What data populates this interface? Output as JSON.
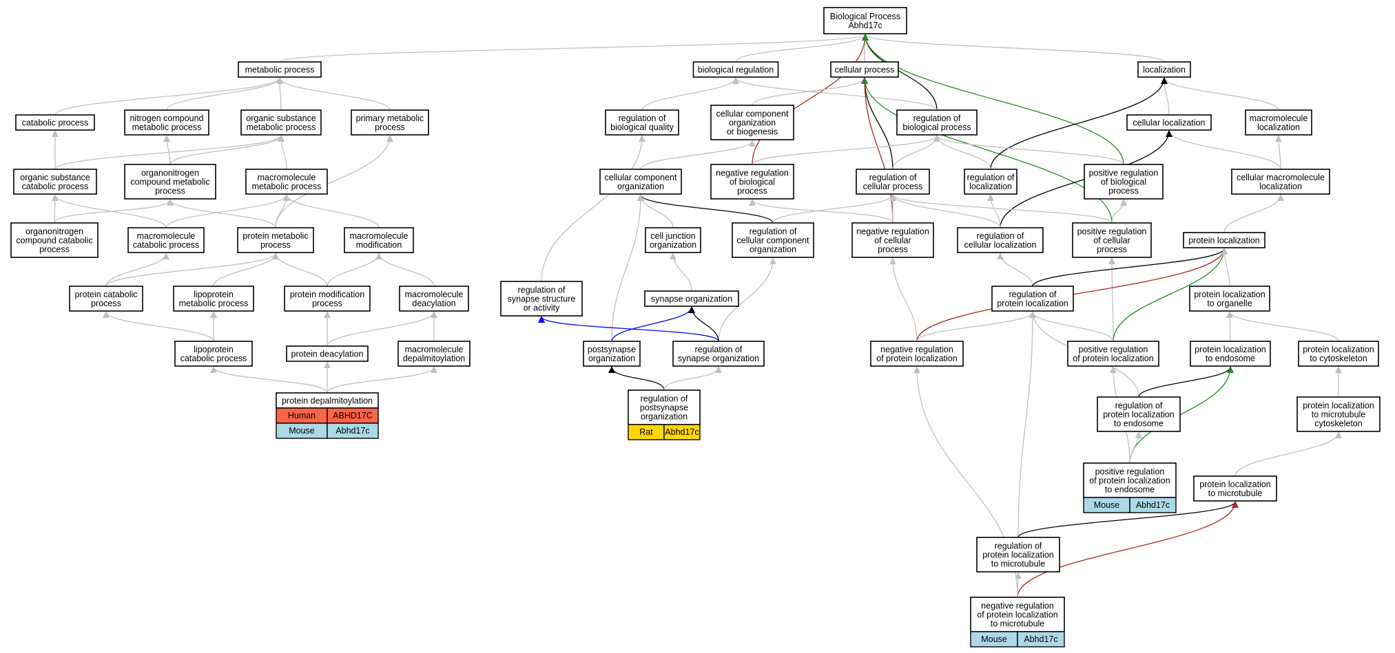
{
  "colors": {
    "gray": "#c0c0c0",
    "black": "#000000",
    "red": "#b22222",
    "green": "#228b22",
    "blue": "#0000ff",
    "human": "#ff6347",
    "mouse": "#add8e6",
    "rat": "#ffd700"
  },
  "nodes": {
    "bp": [
      "Biological Process",
      "Abhd17c"
    ],
    "metabolic": [
      "metabolic process"
    ],
    "bioreg": [
      "biological regulation"
    ],
    "cellproc": [
      "cellular process"
    ],
    "localization": [
      "localization"
    ],
    "catabolic": [
      "catabolic process"
    ],
    "nitrogen": [
      "nitrogen compound",
      "metabolic process"
    ],
    "orgsub": [
      "organic substance",
      "metabolic process"
    ],
    "primary": [
      "primary metabolic",
      "process"
    ],
    "regbioqual": [
      "regulation of",
      "biological quality"
    ],
    "cellcomp": [
      "cellular component",
      "organization",
      "or biogenesis"
    ],
    "regbioproc": [
      "regulation of",
      "biological process"
    ],
    "cellloc": [
      "cellular localization"
    ],
    "macroloc": [
      "macromolecule",
      "localization"
    ],
    "orgsubcat": [
      "organic substance",
      "catabolic process"
    ],
    "organonitrogen": [
      "organonitrogen",
      "compound metabolic",
      "process"
    ],
    "macrometab": [
      "macromolecule",
      "metabolic process"
    ],
    "ccorg": [
      "cellular component",
      "organization"
    ],
    "negregbio": [
      "negative regulation",
      "of biological",
      "process"
    ],
    "regcellproc": [
      "regulation of",
      "cellular process"
    ],
    "regloc": [
      "regulation of",
      "localization"
    ],
    "posregbio": [
      "positive regulation",
      "of biological",
      "process"
    ],
    "cellmacroloc": [
      "cellular macromolecule",
      "localization"
    ],
    "orgnitrocat": [
      "organonitrogen",
      "compound catabolic",
      "process"
    ],
    "macrocat": [
      "macromolecule",
      "catabolic process"
    ],
    "protmetab": [
      "protein metabolic",
      "process"
    ],
    "macromod": [
      "macromolecule",
      "modification"
    ],
    "celljunc": [
      "cell junction",
      "organization"
    ],
    "regccorg": [
      "regulation of",
      "cellular component",
      "organization"
    ],
    "negregcell": [
      "negative regulation",
      "of cellular",
      "process"
    ],
    "regcellloc": [
      "regulation of",
      "cellular localization"
    ],
    "posregcell": [
      "positive regulation",
      "of cellular",
      "process"
    ],
    "protloc": [
      "protein localization"
    ],
    "protcat": [
      "protein catabolic",
      "process"
    ],
    "lipometab": [
      "lipoprotein",
      "metabolic process"
    ],
    "protmod": [
      "protein modification",
      "process"
    ],
    "macrodeac": [
      "macromolecule",
      "deacylation"
    ],
    "regsynstruct": [
      "regulation of",
      "synapse structure",
      "or activity"
    ],
    "synorg": [
      "synapse organization"
    ],
    "regprotloc": [
      "regulation of",
      "protein localization"
    ],
    "protlocorg": [
      "protein localization",
      "to organelle"
    ],
    "lipocat": [
      "lipoprotein",
      "catabolic process"
    ],
    "protdeac": [
      "protein deacylation"
    ],
    "macrodepalm": [
      "macromolecule",
      "depalmitoylation"
    ],
    "postsyn": [
      "postsynapse",
      "organization"
    ],
    "regsynorg": [
      "regulation of",
      "synapse organization"
    ],
    "negregprotloc": [
      "negative regulation",
      "of protein localization"
    ],
    "posregprotloc": [
      "positive regulation",
      "of protein localization"
    ],
    "protlocendo": [
      "protein localization",
      "to endosome"
    ],
    "protloccyto": [
      "protein localization",
      "to cytoskeleton"
    ],
    "protdepalm": [
      "protein depalmitoylation"
    ],
    "regpostsyn": [
      "regulation of",
      "postsynapse",
      "organization"
    ],
    "regprotlocendo": [
      "regulation of",
      "protein localization",
      "to endosome"
    ],
    "protlocmtcyto": [
      "protein localization",
      "to microtubule",
      "cytoskeleton"
    ],
    "posregprotlocendo": [
      "positive regulation",
      "of protein localization",
      "to endosome"
    ],
    "protlocmt": [
      "protein localization",
      "to microtubule"
    ],
    "regprotlocmt": [
      "regulation of",
      "protein localization",
      "to microtubule"
    ],
    "negregprotlocmt": [
      "negative regulation",
      "of protein localization",
      "to microtubule"
    ]
  },
  "annotations": {
    "protdepalm": [
      {
        "species": "Human",
        "gene": "ABHD17C",
        "color": "#ff6347"
      },
      {
        "species": "Mouse",
        "gene": "Abhd17c",
        "color": "#add8e6"
      }
    ],
    "regpostsyn": [
      {
        "species": "Rat",
        "gene": "Abhd17c",
        "color": "#ffd700"
      }
    ],
    "posregprotlocendo": [
      {
        "species": "Mouse",
        "gene": "Abhd17c",
        "color": "#add8e6"
      }
    ],
    "negregprotlocmt": [
      {
        "species": "Mouse",
        "gene": "Abhd17c",
        "color": "#add8e6"
      }
    ]
  },
  "edges": [
    {
      "from": "metabolic",
      "to": "bp",
      "type": "gray"
    },
    {
      "from": "bioreg",
      "to": "bp",
      "type": "gray"
    },
    {
      "from": "cellproc",
      "to": "bp",
      "type": "gray"
    },
    {
      "from": "localization",
      "to": "bp",
      "type": "gray"
    },
    {
      "from": "negregbio",
      "to": "bp",
      "type": "red"
    },
    {
      "from": "regbioproc",
      "to": "bp",
      "type": "black"
    },
    {
      "from": "posregbio",
      "to": "bp",
      "type": "green"
    },
    {
      "from": "catabolic",
      "to": "metabolic",
      "type": "gray"
    },
    {
      "from": "nitrogen",
      "to": "metabolic",
      "type": "gray"
    },
    {
      "from": "orgsub",
      "to": "metabolic",
      "type": "gray"
    },
    {
      "from": "primary",
      "to": "metabolic",
      "type": "gray"
    },
    {
      "from": "regbioqual",
      "to": "bioreg",
      "type": "gray"
    },
    {
      "from": "regbioproc",
      "to": "bioreg",
      "type": "gray"
    },
    {
      "from": "cellcomp",
      "to": "cellproc",
      "type": "gray"
    },
    {
      "from": "regcellproc",
      "to": "cellproc",
      "type": "black"
    },
    {
      "from": "negregcell",
      "to": "cellproc",
      "type": "red"
    },
    {
      "from": "posregcell",
      "to": "cellproc",
      "type": "green"
    },
    {
      "from": "cellloc",
      "to": "localization",
      "type": "gray"
    },
    {
      "from": "macroloc",
      "to": "localization",
      "type": "gray"
    },
    {
      "from": "regloc",
      "to": "localization",
      "type": "black"
    },
    {
      "from": "orgsubcat",
      "to": "catabolic",
      "type": "gray"
    },
    {
      "from": "organonitrogen",
      "to": "nitrogen",
      "type": "gray"
    },
    {
      "from": "organonitrogen",
      "to": "orgsub",
      "type": "gray"
    },
    {
      "from": "orgsubcat",
      "to": "orgsub",
      "type": "gray"
    },
    {
      "from": "macrometab",
      "to": "orgsub",
      "type": "gray"
    },
    {
      "from": "protmetab",
      "to": "primary",
      "type": "gray"
    },
    {
      "from": "regsynstruct",
      "to": "regbioqual",
      "type": "gray"
    },
    {
      "from": "ccorg",
      "to": "cellcomp",
      "type": "gray"
    },
    {
      "from": "negregbio",
      "to": "regbioproc",
      "type": "gray"
    },
    {
      "from": "regcellproc",
      "to": "regbioproc",
      "type": "gray"
    },
    {
      "from": "regloc",
      "to": "regbioproc",
      "type": "gray"
    },
    {
      "from": "posregbio",
      "to": "regbioproc",
      "type": "gray"
    },
    {
      "from": "cellmacroloc",
      "to": "cellloc",
      "type": "gray"
    },
    {
      "from": "regcellloc",
      "to": "cellloc",
      "type": "black"
    },
    {
      "from": "cellmacroloc",
      "to": "macroloc",
      "type": "gray"
    },
    {
      "from": "orgnitrocat",
      "to": "orgsubcat",
      "type": "gray"
    },
    {
      "from": "macrocat",
      "to": "orgsubcat",
      "type": "gray"
    },
    {
      "from": "orgnitrocat",
      "to": "organonitrogen",
      "type": "gray"
    },
    {
      "from": "protmetab",
      "to": "organonitrogen",
      "type": "gray"
    },
    {
      "from": "macrocat",
      "to": "macrometab",
      "type": "gray"
    },
    {
      "from": "protmetab",
      "to": "macrometab",
      "type": "gray"
    },
    {
      "from": "macromod",
      "to": "macrometab",
      "type": "gray"
    },
    {
      "from": "celljunc",
      "to": "ccorg",
      "type": "gray"
    },
    {
      "from": "regccorg",
      "to": "ccorg",
      "type": "black"
    },
    {
      "from": "postsyn",
      "to": "ccorg",
      "type": "gray"
    },
    {
      "from": "negregcell",
      "to": "negregbio",
      "type": "gray"
    },
    {
      "from": "negregcell",
      "to": "regcellproc",
      "type": "gray"
    },
    {
      "from": "regccorg",
      "to": "regcellproc",
      "type": "gray"
    },
    {
      "from": "regcellloc",
      "to": "regcellproc",
      "type": "gray"
    },
    {
      "from": "posregcell",
      "to": "regcellproc",
      "type": "gray"
    },
    {
      "from": "regcellloc",
      "to": "regloc",
      "type": "gray"
    },
    {
      "from": "posregcell",
      "to": "posregbio",
      "type": "gray"
    },
    {
      "from": "protloc",
      "to": "cellmacroloc",
      "type": "gray"
    },
    {
      "from": "protcat",
      "to": "macrocat",
      "type": "gray"
    },
    {
      "from": "protcat",
      "to": "protmetab",
      "type": "gray"
    },
    {
      "from": "lipometab",
      "to": "protmetab",
      "type": "gray"
    },
    {
      "from": "protmod",
      "to": "protmetab",
      "type": "gray"
    },
    {
      "from": "protmod",
      "to": "macromod",
      "type": "gray"
    },
    {
      "from": "macrodeac",
      "to": "macromod",
      "type": "gray"
    },
    {
      "from": "synorg",
      "to": "celljunc",
      "type": "gray"
    },
    {
      "from": "regsynorg",
      "to": "regccorg",
      "type": "gray"
    },
    {
      "from": "negregprotloc",
      "to": "negregcell",
      "type": "gray"
    },
    {
      "from": "regprotloc",
      "to": "regcellloc",
      "type": "gray"
    },
    {
      "from": "posregprotloc",
      "to": "posregcell",
      "type": "gray"
    },
    {
      "from": "regprotloc",
      "to": "protloc",
      "type": "black"
    },
    {
      "from": "negregprotloc",
      "to": "protloc",
      "type": "red"
    },
    {
      "from": "posregprotloc",
      "to": "protloc",
      "type": "green"
    },
    {
      "from": "protlocorg",
      "to": "protloc",
      "type": "gray"
    },
    {
      "from": "lipocat",
      "to": "protcat",
      "type": "gray"
    },
    {
      "from": "lipocat",
      "to": "lipometab",
      "type": "gray"
    },
    {
      "from": "protdeac",
      "to": "protmod",
      "type": "gray"
    },
    {
      "from": "protdeac",
      "to": "macrodeac",
      "type": "gray"
    },
    {
      "from": "regsynorg",
      "to": "regsynstruct",
      "type": "blue"
    },
    {
      "from": "postsyn",
      "to": "synorg",
      "type": "blue"
    },
    {
      "from": "regsynorg",
      "to": "synorg",
      "type": "black"
    },
    {
      "from": "negregprotloc",
      "to": "regprotloc",
      "type": "gray"
    },
    {
      "from": "posregprotloc",
      "to": "regprotloc",
      "type": "gray"
    },
    {
      "from": "regprotlocendo",
      "to": "regprotloc",
      "type": "gray"
    },
    {
      "from": "regprotlocmt",
      "to": "regprotloc",
      "type": "gray"
    },
    {
      "from": "protlocendo",
      "to": "protlocorg",
      "type": "gray"
    },
    {
      "from": "protloccyto",
      "to": "protlocorg",
      "type": "gray"
    },
    {
      "from": "protdepalm",
      "to": "lipocat",
      "type": "gray"
    },
    {
      "from": "protdepalm",
      "to": "protdeac",
      "type": "gray"
    },
    {
      "from": "protdepalm",
      "to": "macrodepalm",
      "type": "gray"
    },
    {
      "from": "macrodepalm",
      "to": "macrodeac",
      "type": "gray"
    },
    {
      "from": "regpostsyn",
      "to": "postsyn",
      "type": "black"
    },
    {
      "from": "regpostsyn",
      "to": "regsynorg",
      "type": "gray"
    },
    {
      "from": "negregprotlocmt",
      "to": "negregprotloc",
      "type": "gray"
    },
    {
      "from": "posregprotlocendo",
      "to": "posregprotloc",
      "type": "gray"
    },
    {
      "from": "regprotlocendo",
      "to": "protlocendo",
      "type": "black"
    },
    {
      "from": "posregprotlocendo",
      "to": "protlocendo",
      "type": "green"
    },
    {
      "from": "protlocmtcyto",
      "to": "protloccyto",
      "type": "gray"
    },
    {
      "from": "posregprotlocendo",
      "to": "regprotlocendo",
      "type": "gray"
    },
    {
      "from": "protlocmt",
      "to": "protlocmtcyto",
      "type": "gray"
    },
    {
      "from": "regprotlocmt",
      "to": "protlocmt",
      "type": "black"
    },
    {
      "from": "negregprotlocmt",
      "to": "protlocmt",
      "type": "red"
    },
    {
      "from": "negregprotlocmt",
      "to": "regprotlocmt",
      "type": "gray"
    }
  ]
}
